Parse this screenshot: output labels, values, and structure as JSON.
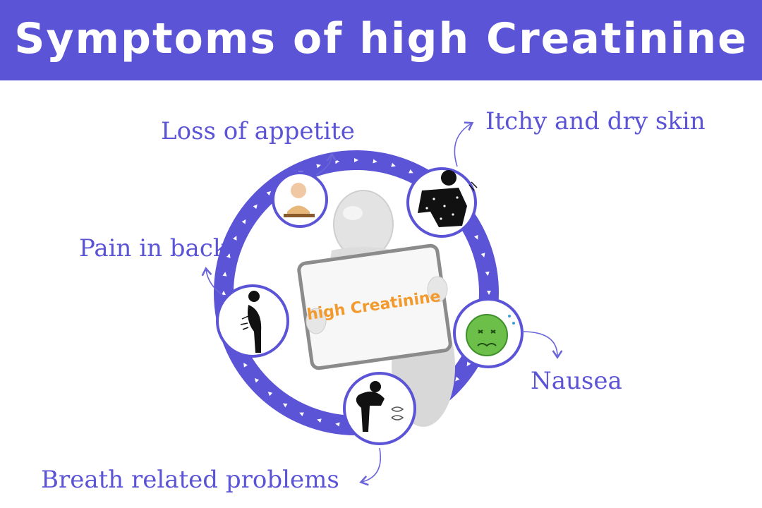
{
  "title": "Symptoms of high Creatinine",
  "sign_text": "high Creatinine",
  "symptoms": [
    {
      "label": "Loss of appetite"
    },
    {
      "label": "Itchy and dry skin"
    },
    {
      "label": "Pain in back"
    },
    {
      "label": "Nausea"
    },
    {
      "label": "Breath related problems"
    }
  ],
  "colors": {
    "accent": "#5b54d6",
    "ring": "#5b54d6",
    "sign_text": "#f29a2e",
    "nausea_face": "#6cc04a"
  }
}
